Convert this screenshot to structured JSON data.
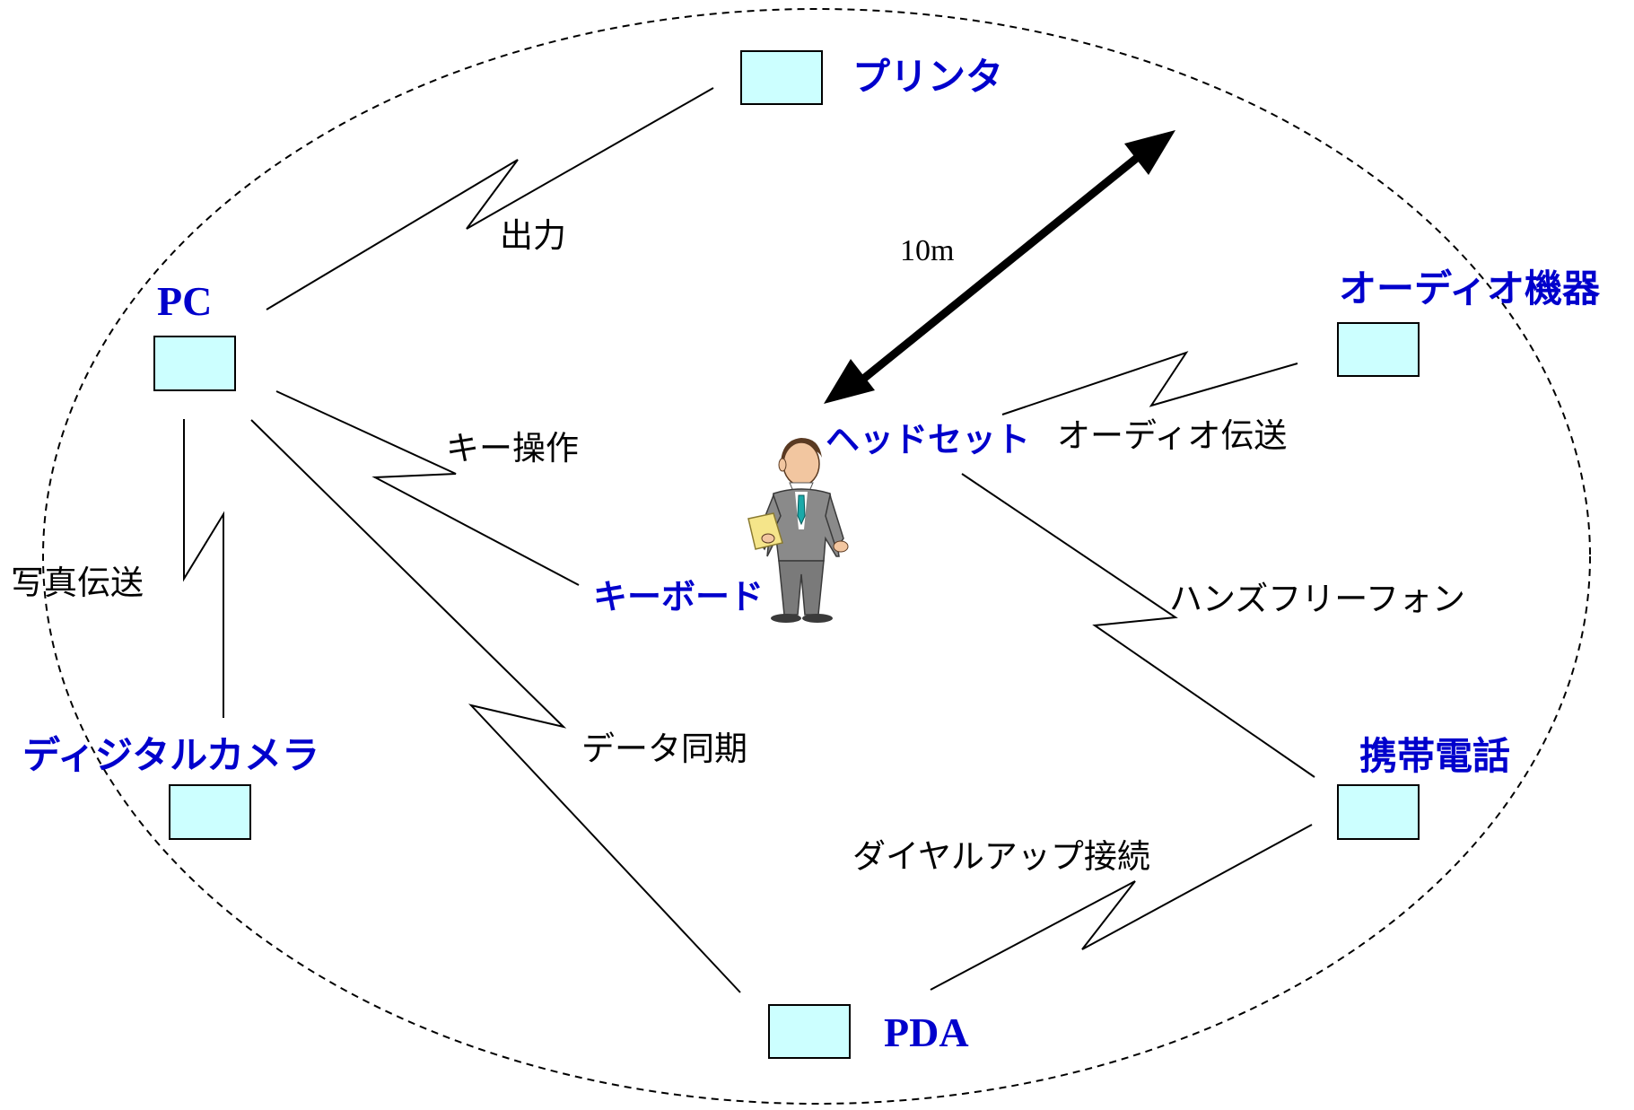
{
  "colors": {
    "device_box_fill": "#ccffff",
    "device_label": "#0000cc",
    "line": "#000000"
  },
  "devices": {
    "printer": "プリンタ",
    "pc": "PC",
    "audio": "オーディオ機器",
    "headset": "ヘッドセット",
    "keyboard": "キーボード",
    "camera": "ディジタルカメラ",
    "phone": "携帯電話",
    "pda": "PDA"
  },
  "links": {
    "pc_printer": "出力",
    "pc_keyboard": "キー操作",
    "pc_camera": "写真伝送",
    "pc_pda": "データ同期",
    "headset_audio": "オーディオ伝送",
    "headset_phone": "ハンズフリーフォン",
    "pda_phone": "ダイヤルアップ接続"
  },
  "range": {
    "label": "10m"
  },
  "icons": {
    "person": "businessman-with-folder-icon",
    "arrow": "double-headed-arrow-icon"
  }
}
